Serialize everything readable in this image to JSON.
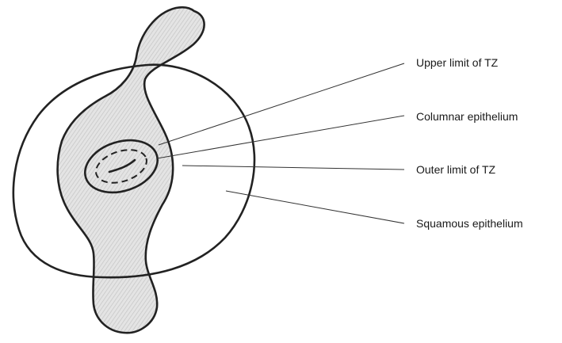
{
  "labels": {
    "upper_limit": "Upper limit of TZ",
    "columnar": "Columnar epithelium",
    "outer_limit": "Outer limit of TZ",
    "squamous": "Squamous epithelium"
  },
  "colors": {
    "stroke": "#222222",
    "shading": "#d6d6d6",
    "background": "#ffffff"
  }
}
